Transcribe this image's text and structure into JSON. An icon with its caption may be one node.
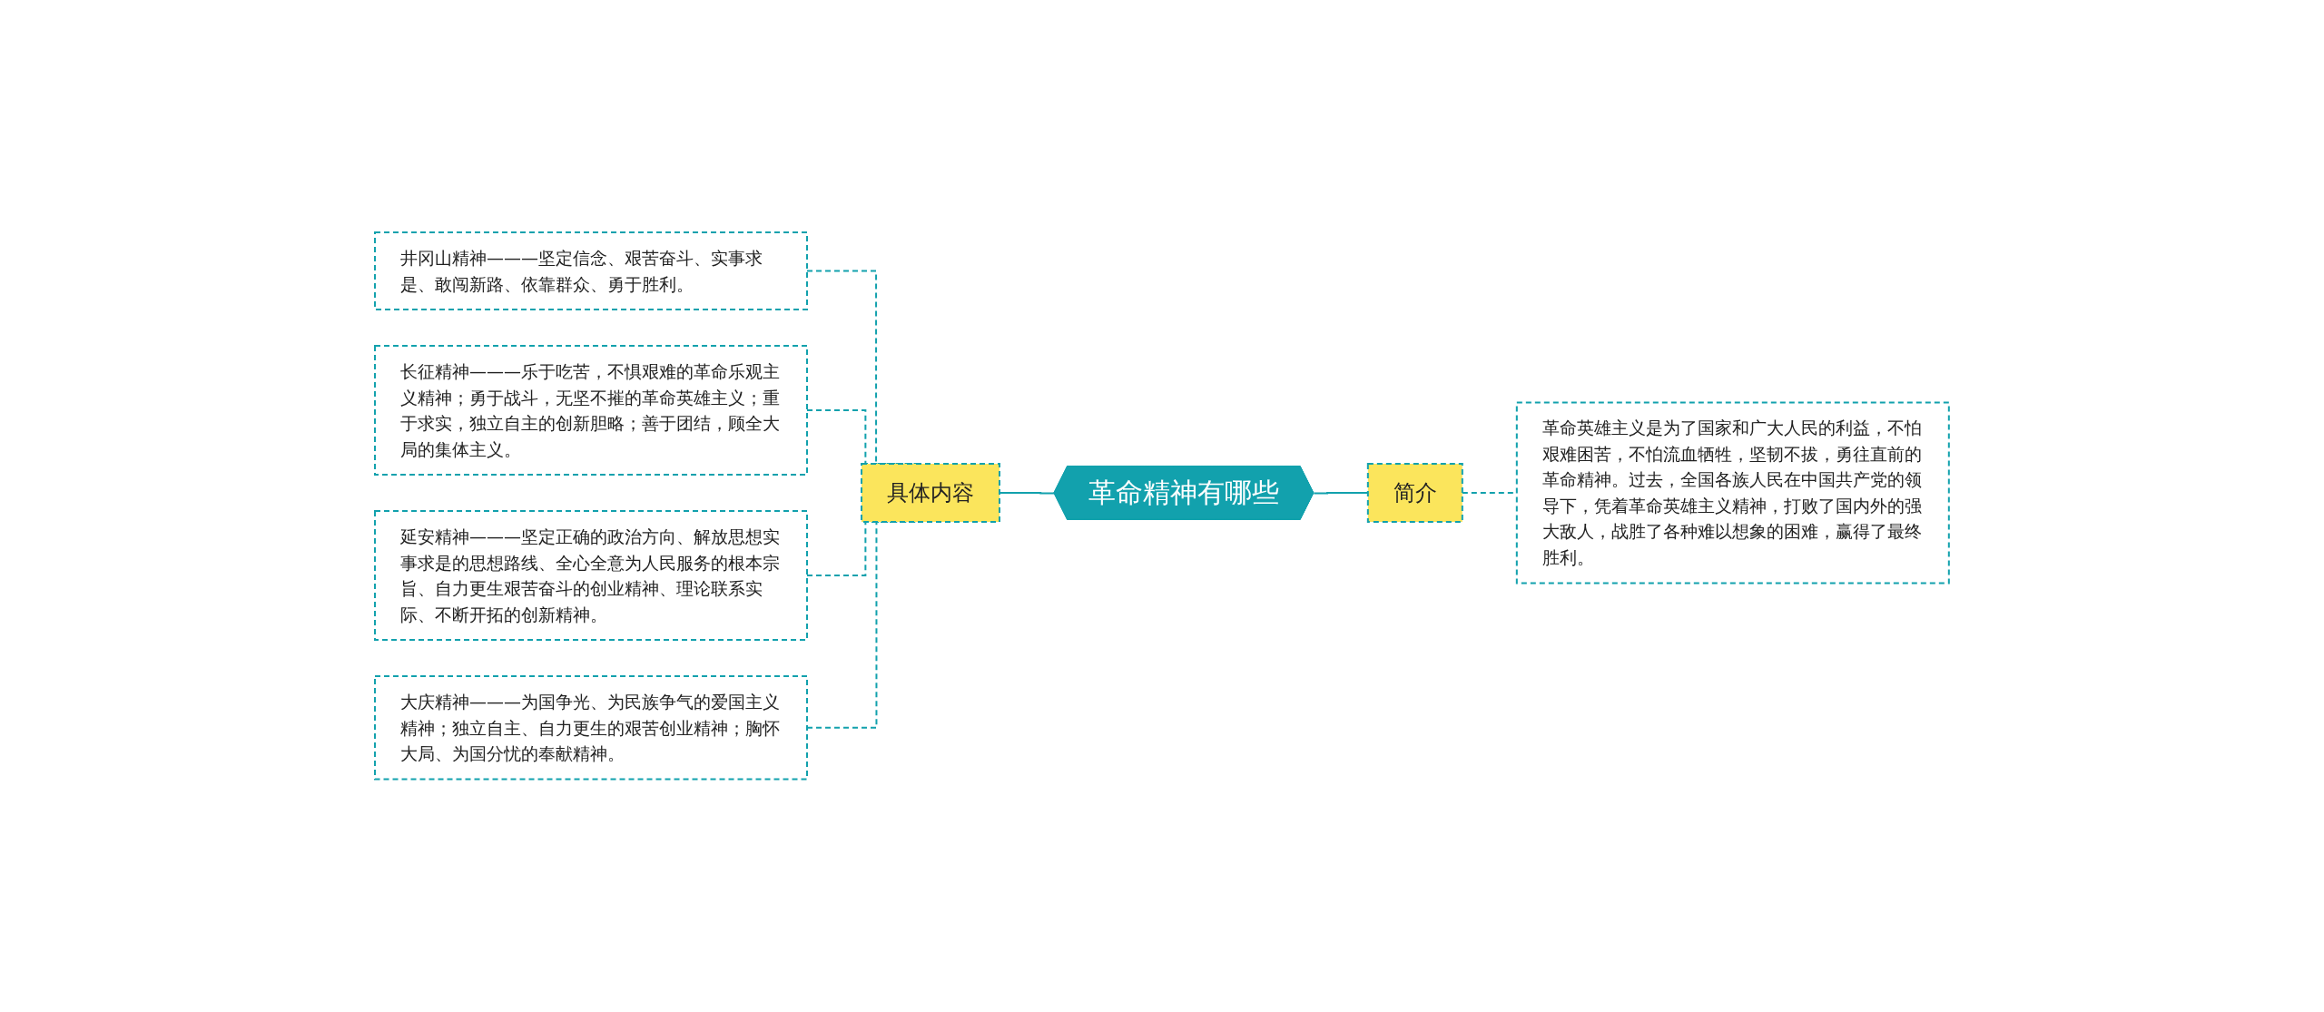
{
  "diagram": {
    "nodes": [
      {
        "text": [
          "革命精神有哪些"
        ]
      },
      {
        "text": [
          "具体内容"
        ]
      },
      {
        "text": [
          "井冈山精神———坚定信念、艰苦奋斗、实事求是、敢闯新路、依靠群众、勇于胜利。"
        ]
      },
      {
        "text": [
          "长征精神———乐于吃苦，不惧艰难的革命乐观主义精神；勇于战斗，无坚不摧的革命英雄主义；重于求实，独立自主的创新胆略；善于团结，顾全大局的集体主义。"
        ]
      },
      {
        "text": [
          "延安精神———坚定正确的政治方向、解放思想实事求是的思想路线、全心全意为人民服务的根本宗旨、自力更生艰苦奋斗的创业精神、理论联系实际、不断开拓的创新精神。"
        ]
      },
      {
        "text": [
          "大庆精神———为国争光、为民族争气的爱国主义精神；独立自主、自力更生的艰苦创业精神；胸怀大局、为国分忧的奉献精神。"
        ]
      },
      {
        "text": [
          "简介"
        ]
      },
      {
        "text": [
          "革命英雄主义是为了国家和广大人民的利益，不怕艰难困苦，不怕流血牺牲，坚韧不拔，勇往直前的革命精神。过去，全国各族人民在中国共产党的领导下，凭着革命英雄主义精神，打败了国内外的强大敌人，战胜了各种难以想象的困难，赢得了最终胜利。"
        ]
      }
    ],
    "edges": [
      {
        "from": 2,
        "to": 1,
        "arrow": "none",
        "style": "dashed"
      },
      {
        "from": 3,
        "to": 1,
        "arrow": "none",
        "style": "dashed"
      },
      {
        "from": 4,
        "to": 1,
        "arrow": "none",
        "style": "dashed"
      },
      {
        "from": 5,
        "to": 1,
        "arrow": "none",
        "style": "dashed"
      },
      {
        "from": 1,
        "to": 0,
        "arrow": "none"
      },
      {
        "from": 0,
        "to": 6,
        "arrow": "none"
      },
      {
        "from": 6,
        "to": 7,
        "arrow": "none",
        "style": "dashed"
      }
    ]
  }
}
